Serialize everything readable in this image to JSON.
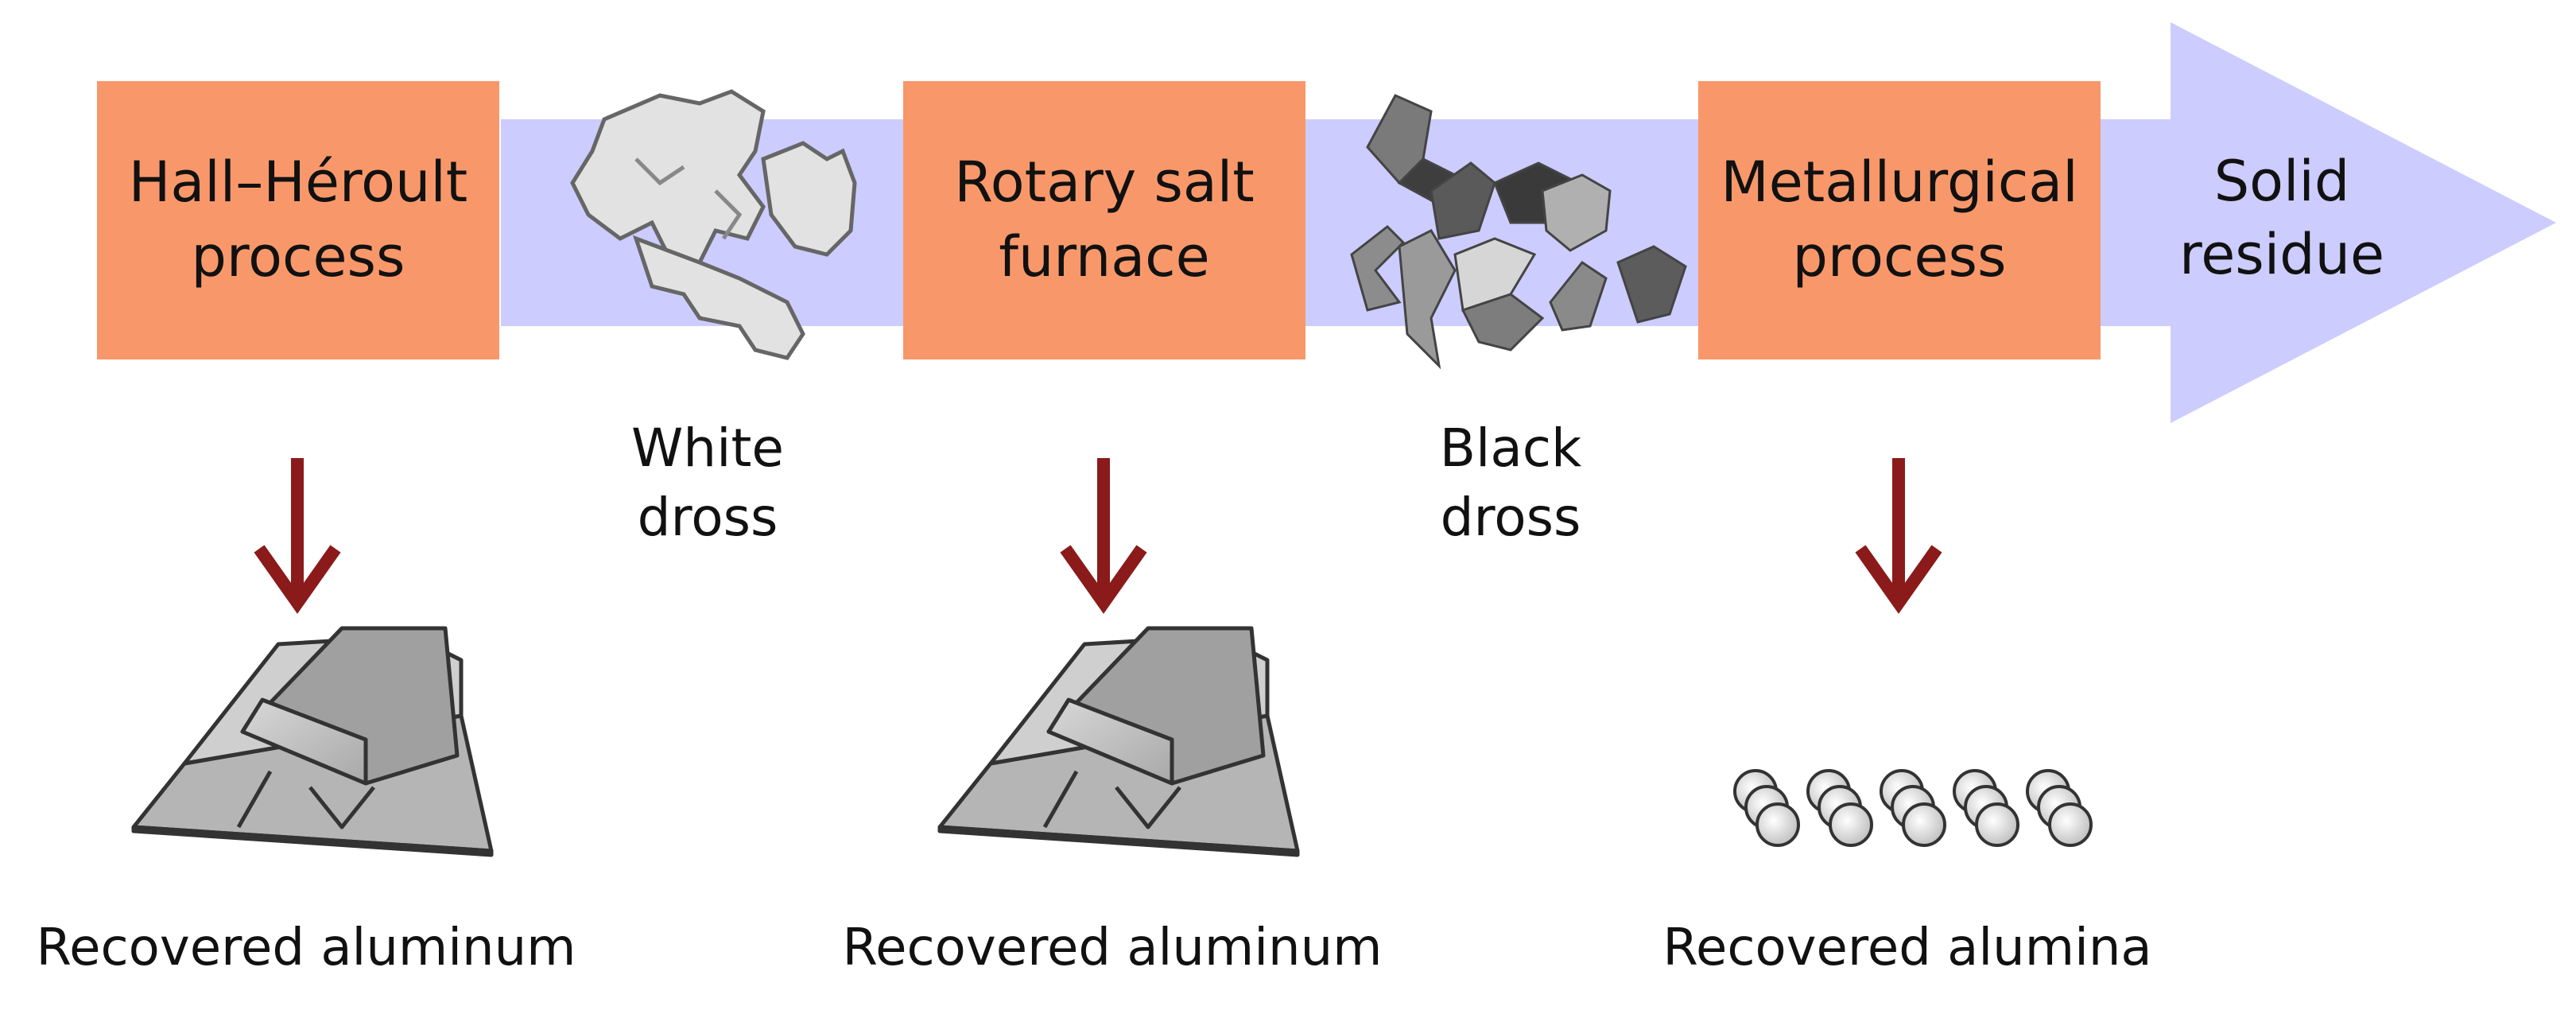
{
  "stages": [
    {
      "label": "Hall–Héroult\nprocess"
    },
    {
      "label": "Rotary salt\nfurnace"
    },
    {
      "label": "Metallurgical\nprocess"
    }
  ],
  "end_label": "Solid\nresidue",
  "intermediates": [
    {
      "label": "White\ndross"
    },
    {
      "label": "Black\ndross"
    }
  ],
  "products": [
    {
      "label": "Recovered aluminum"
    },
    {
      "label": "Recovered aluminum"
    },
    {
      "label": "Recovered alumina"
    }
  ],
  "colors": {
    "box": "#F8986A",
    "arrow_band": "#CCCCFF",
    "down_arrow": "#8B1A1A",
    "ingot": "#9A9A9A",
    "dross": "#8A8A8A"
  },
  "icons": {
    "white_dross": "white-dross-flakes-icon",
    "black_dross": "black-dross-pieces-icon",
    "ingot": "aluminum-ingot-stack-icon",
    "alumina": "alumina-pellets-icon"
  }
}
